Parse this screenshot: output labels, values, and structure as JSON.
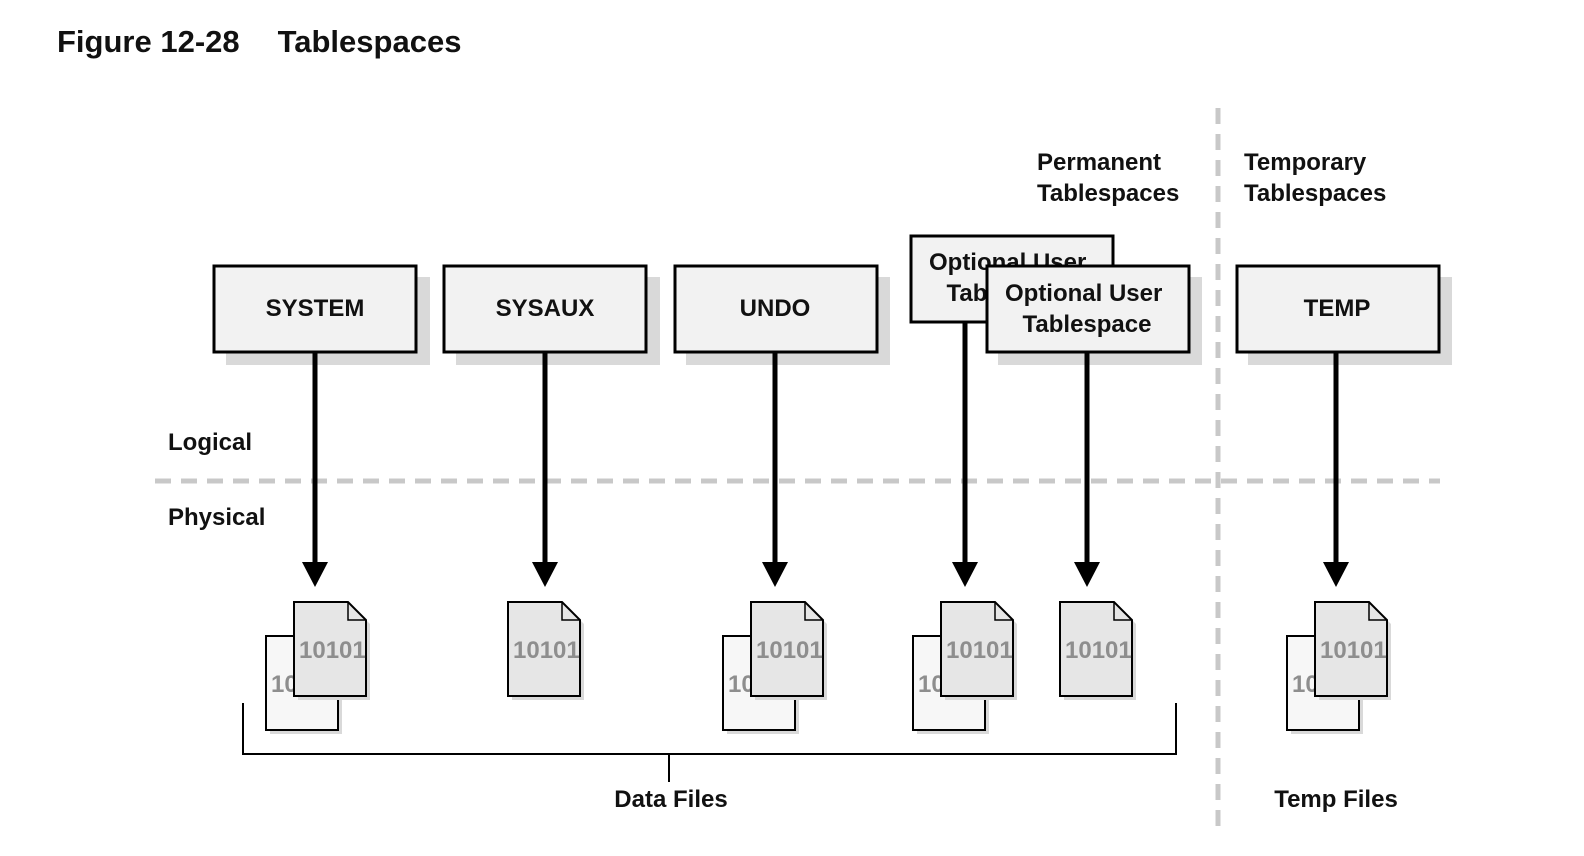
{
  "figure": {
    "number": "Figure 12-28",
    "title": "Tablespaces"
  },
  "headers": {
    "permanent": [
      "Permanent",
      "Tablespaces"
    ],
    "temporary": [
      "Temporary",
      "Tablespaces"
    ]
  },
  "layers": {
    "logical": "Logical",
    "physical": "Physical"
  },
  "tablespaces": [
    {
      "id": "system",
      "lines": [
        "SYSTEM"
      ],
      "files": 2
    },
    {
      "id": "sysaux",
      "lines": [
        "SYSAUX"
      ],
      "files": 1
    },
    {
      "id": "undo",
      "lines": [
        "UNDO"
      ],
      "files": 2
    },
    {
      "id": "optional-user-back",
      "lines": [
        "Optional User",
        "Tablespace"
      ],
      "files": 2
    },
    {
      "id": "optional-user-front",
      "lines": [
        "Optional User",
        "Tablespace"
      ],
      "files": 1
    },
    {
      "id": "temp",
      "lines": [
        "TEMP"
      ],
      "files": 2
    }
  ],
  "file_glyph_text": "10101",
  "groups": {
    "data_files": "Data Files",
    "temp_files": "Temp Files"
  },
  "colors": {
    "box_fill": "#f2f2f2",
    "shadow": "#d9d9d9",
    "stroke": "#000000",
    "divider": "#c8c8c8",
    "file_fill": "#e6e6e6",
    "file_back_fill": "#f7f7f7",
    "file_text": "#8e8e8e"
  }
}
